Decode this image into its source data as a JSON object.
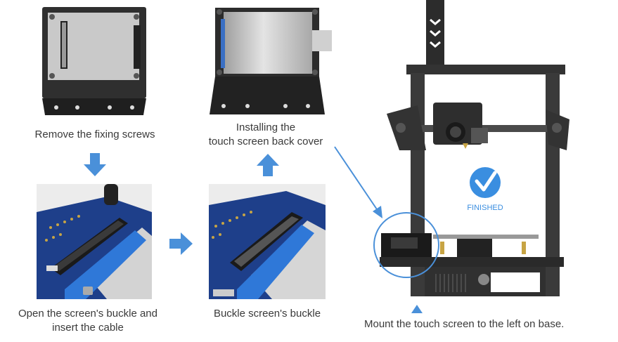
{
  "steps": {
    "remove_screws": "Remove the fixing screws",
    "install_cover_line1": "Installing the",
    "install_cover_line2": "touch screen back cover",
    "open_buckle_line1": "Open the screen's buckle and",
    "open_buckle_line2": "insert the cable",
    "buckle_screen": "Buckle screen's buckle",
    "mount_screen": "Mount the touch screen to the left on base."
  },
  "status": {
    "finished": "FINISHED"
  },
  "colors": {
    "accent_blue": "#4a90d9",
    "board_blue": "#1e3f8a",
    "plate_gray": "#c8c8c8",
    "frame_dark": "#3a3a3a"
  },
  "icons": {
    "arrow_down": "arrow-down-icon",
    "arrow_up": "arrow-up-icon",
    "arrow_right": "arrow-right-icon",
    "check": "checkmark-icon"
  }
}
